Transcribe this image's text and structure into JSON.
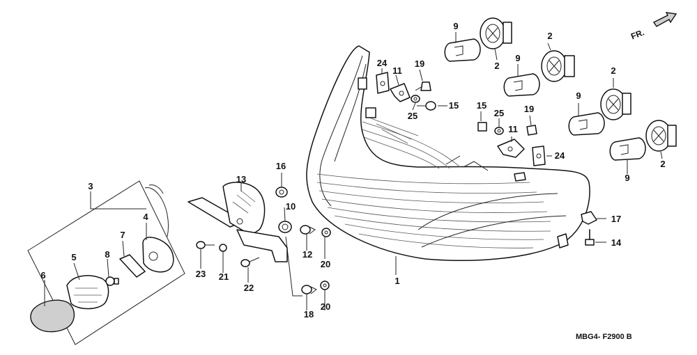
{
  "diagram": {
    "direction_label": "FR.",
    "drawing_code": "MBG4- F2900 B",
    "callouts": {
      "c1": "1",
      "c2a": "2",
      "c2b": "2",
      "c2c": "2",
      "c2d": "2",
      "c3": "3",
      "c4": "4",
      "c5": "5",
      "c6": "6",
      "c7": "7",
      "c8": "8",
      "c9a": "9",
      "c9b": "9",
      "c9c": "9",
      "c9d": "9",
      "c10": "10",
      "c11a": "11",
      "c11b": "11",
      "c12": "12",
      "c13": "13",
      "c14": "14",
      "c15a": "15",
      "c15b": "15",
      "c16": "16",
      "c17": "17",
      "c18": "18",
      "c19a": "19",
      "c19b": "19",
      "c20a": "20",
      "c20b": "20",
      "c21": "21",
      "c22": "22",
      "c23": "23",
      "c24a": "24",
      "c24b": "24",
      "c25a": "25",
      "c25b": "25"
    }
  }
}
